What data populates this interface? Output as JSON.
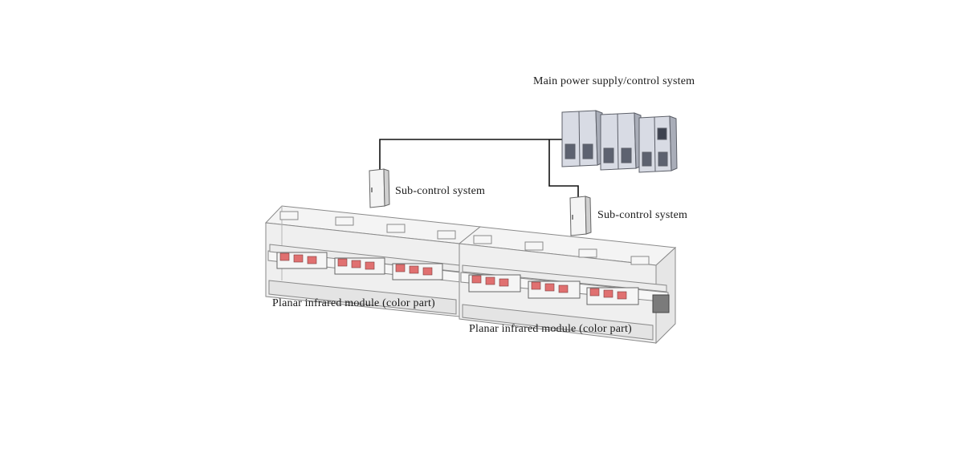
{
  "labels": {
    "main_power": "Main power supply/control system",
    "sub_control_left": "Sub-control  system",
    "sub_control_right": "Sub-control  system",
    "module_left": "Planar  infrared  module  (color part)",
    "module_right": "Planar  infrared  module  (color part)"
  },
  "colors": {
    "line": "#111111",
    "housing_stroke": "#8a8a8a",
    "housing_fill": "#f1f1f1",
    "cabinet_fill": "#dfe2ea",
    "emitter": "#e07070"
  }
}
